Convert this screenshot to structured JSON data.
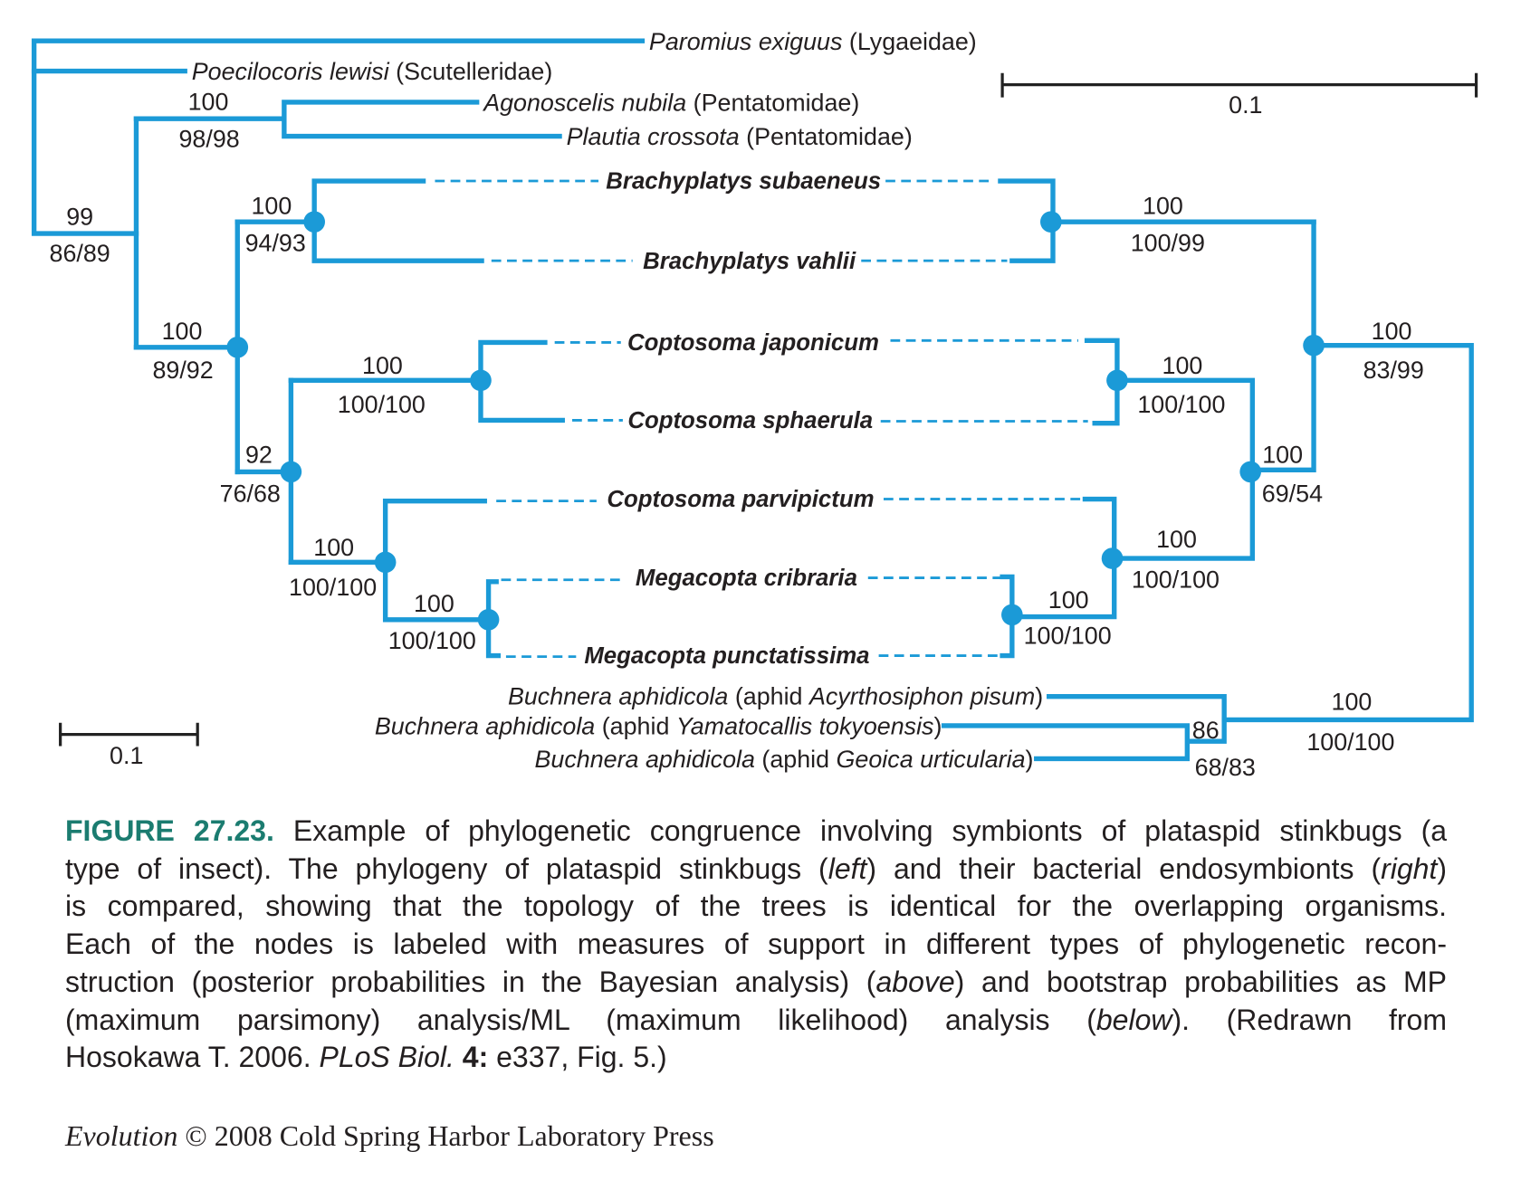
{
  "colors": {
    "tree": "#1b9ad7",
    "figure_label": "#1b7c70",
    "text": "#231f20",
    "scale_bar": "#222222"
  },
  "figure": {
    "outgroups": [
      {
        "species": "Paromius exiguus",
        "family": "(Lygaeidae)"
      },
      {
        "species": "Poecilocoris lewisi",
        "family": "(Scutelleridae)"
      },
      {
        "species": "Agonoscelis nubila",
        "family": "(Pentatomidae)"
      },
      {
        "species": "Plautia crossota",
        "family": "(Pentatomidae)"
      }
    ],
    "plataspids": [
      "Brachyplatys subaeneus",
      "Brachyplatys vahlii",
      "Coptosoma japonicum",
      "Coptosoma sphaerula",
      "Coptosoma parvipictum",
      "Megacopta cribraria",
      "Megacopta punctatissima"
    ],
    "symbionts": [
      {
        "species": "Buchnera aphidicola",
        "host_open": "(aphid",
        "host": "Acyrthosiphon pisum",
        "host_close": ")"
      },
      {
        "species": "Buchnera aphidicola",
        "host_open": "(aphid",
        "host": "Yamatocallis tokyoensis",
        "host_close": ")"
      },
      {
        "species": "Buchnera aphidicola",
        "host_open": "(aphid",
        "host": "Geoica urticularia",
        "host_close": ")"
      }
    ],
    "host_tree_support": [
      {
        "above": "99",
        "below": "86/89"
      },
      {
        "above": "100",
        "below": "98/98"
      },
      {
        "above": "100",
        "below": "89/92"
      },
      {
        "above": "100",
        "below": "94/93"
      },
      {
        "above": "92",
        "below": "76/68"
      },
      {
        "above": "100",
        "below": "100/100"
      },
      {
        "above": "100",
        "below": "100/100"
      },
      {
        "above": "100",
        "below": "100/100"
      }
    ],
    "symbiont_tree_support": [
      {
        "above": "100",
        "below": "100/99"
      },
      {
        "above": "100",
        "below": "83/99"
      },
      {
        "above": "100",
        "below": "100/100"
      },
      {
        "above": "100",
        "below": "69/54"
      },
      {
        "above": "100",
        "below": "100/100"
      },
      {
        "above": "100",
        "below": "100/100"
      },
      {
        "above": "100",
        "below": "100/100"
      },
      {
        "above": "86",
        "below": "68/83"
      }
    ],
    "scale_bars": [
      {
        "label": "0.1"
      },
      {
        "label": "0.1"
      }
    ]
  },
  "caption": {
    "label": "FIGURE 27.23.",
    "lines": [
      [
        "Example of phylogenetic congruence involving symbionts of plataspid stinkbugs (a"
      ],
      [
        "type of insect). The phylogeny of plataspid stinkbugs (",
        "left",
        ") and their bacterial endosymbionts (",
        "right",
        ")"
      ],
      [
        "is compared, showing that the topology of the trees is identical for the overlapping organisms."
      ],
      [
        "Each of the nodes is labeled with measures of support in different types of phylogenetic recon-"
      ],
      [
        "struction (posterior probabilities in the Bayesian analysis) (",
        "above",
        ") and bootstrap probabilities as MP"
      ],
      [
        "(maximum parsimony) analysis/ML (maximum likelihood) analysis (",
        "below",
        "). (Redrawn from"
      ],
      [
        "Hosokawa T. 2006.",
        "PLoS Biol.",
        "4:",
        "e337, Fig. 5.)"
      ]
    ]
  },
  "credit": {
    "title": "Evolution",
    "text": "© 2008 Cold Spring Harbor Laboratory Press"
  }
}
